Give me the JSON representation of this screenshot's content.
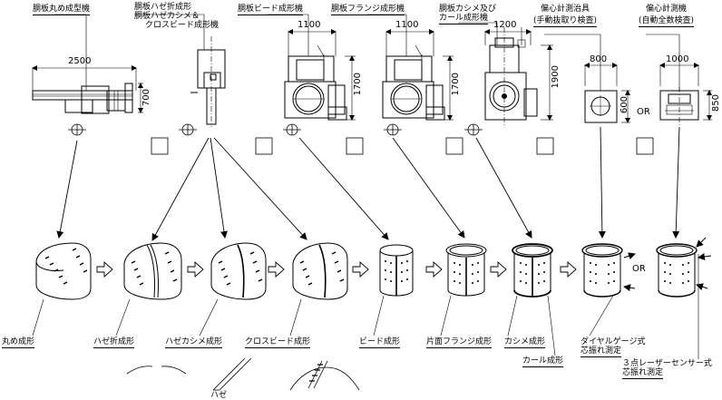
{
  "machines": {
    "m1": "胴板丸め成型機",
    "m2_line1": "胴板ハゼ折成形",
    "m2_line2": "胴板ハゼカシメ＆",
    "m2_line3": "クロスビード成形機",
    "m3": "胴板ビード成形機",
    "m4": "胴板フランジ成形機",
    "m5_line1": "胴板カシメ及び",
    "m5_line2": "カール成形機",
    "m6_line1": "偏心計測治具",
    "m6_line2": "(手動抜取り検査)",
    "m7_line1": "偏心計測機",
    "m7_line2": "(自動全数検査)"
  },
  "dimensions": {
    "d2500": "2500",
    "d700": "700",
    "d1100a": "1100",
    "d1700a": "1700",
    "d1100b": "1100",
    "d1700b": "1700",
    "d1200": "1200",
    "d1900": "1900",
    "d800": "800",
    "d600": "600",
    "d1000": "1000",
    "d850": "850"
  },
  "or_top": "OR",
  "or_bottom": "OR",
  "steps": {
    "s1": "丸め成形",
    "s2": "ハゼ折成形",
    "s3": "ハゼカシメ成形",
    "s4": "クロスビード成形",
    "s5": "ビード成形",
    "s6": "片面フランジ成形",
    "s7": "カシメ成形",
    "s8": "カール成形",
    "s9_line1": "ダイヤルゲージ式",
    "s9_line2": "芯振れ測定",
    "s10_line1": "３点レーザーセンサー式",
    "s10_line2": "芯振れ測定"
  },
  "bottom_label": "ハゼ"
}
